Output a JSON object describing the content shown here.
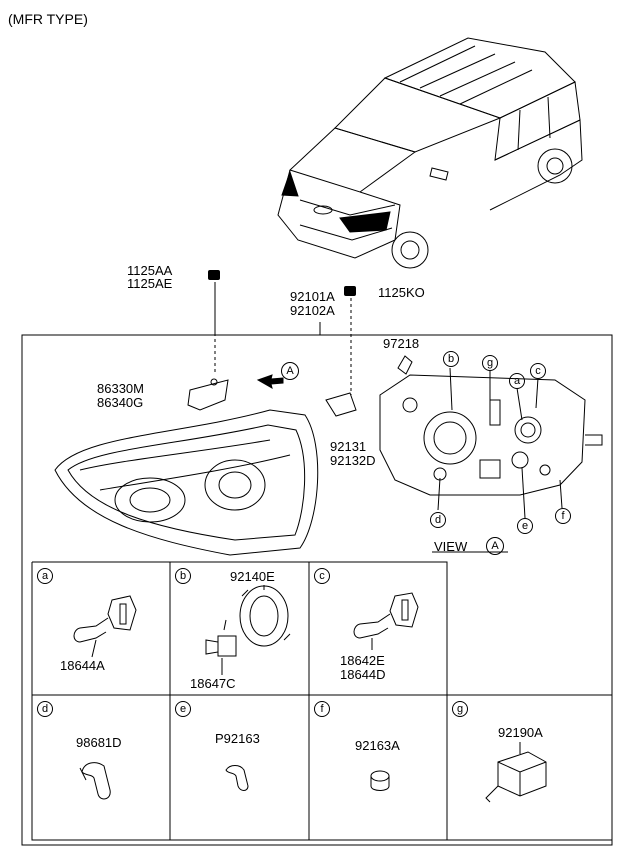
{
  "header": {
    "title": "(MFR TYPE)"
  },
  "car": {
    "name": "vehicle-illustration"
  },
  "callouts": {
    "bolt_top_1": "1125AA",
    "bolt_top_2": "1125AE",
    "assembly_1": "92101A",
    "assembly_2": "92102A",
    "screw_right": "1125KO",
    "bracket_1": "86330M",
    "bracket_2": "86340G",
    "clip": "97218",
    "holder_1": "92131",
    "holder_2": "92132D",
    "view_arrow_letter": "A"
  },
  "view": {
    "label": "VIEW",
    "letter": "A"
  },
  "view_markers": [
    "a",
    "b",
    "c",
    "d",
    "e",
    "f",
    "g"
  ],
  "cells": [
    {
      "letter": "a",
      "parts": [
        "18644A"
      ]
    },
    {
      "letter": "b",
      "parts": [
        "92140E",
        "18647C"
      ]
    },
    {
      "letter": "c",
      "parts": [
        "18642E",
        "18644D"
      ]
    },
    {
      "letter": "d",
      "parts": [
        "98681D"
      ]
    },
    {
      "letter": "e",
      "parts": [
        "P92163"
      ]
    },
    {
      "letter": "f",
      "parts": [
        "92163A"
      ]
    },
    {
      "letter": "g",
      "parts": [
        "92190A"
      ]
    }
  ]
}
